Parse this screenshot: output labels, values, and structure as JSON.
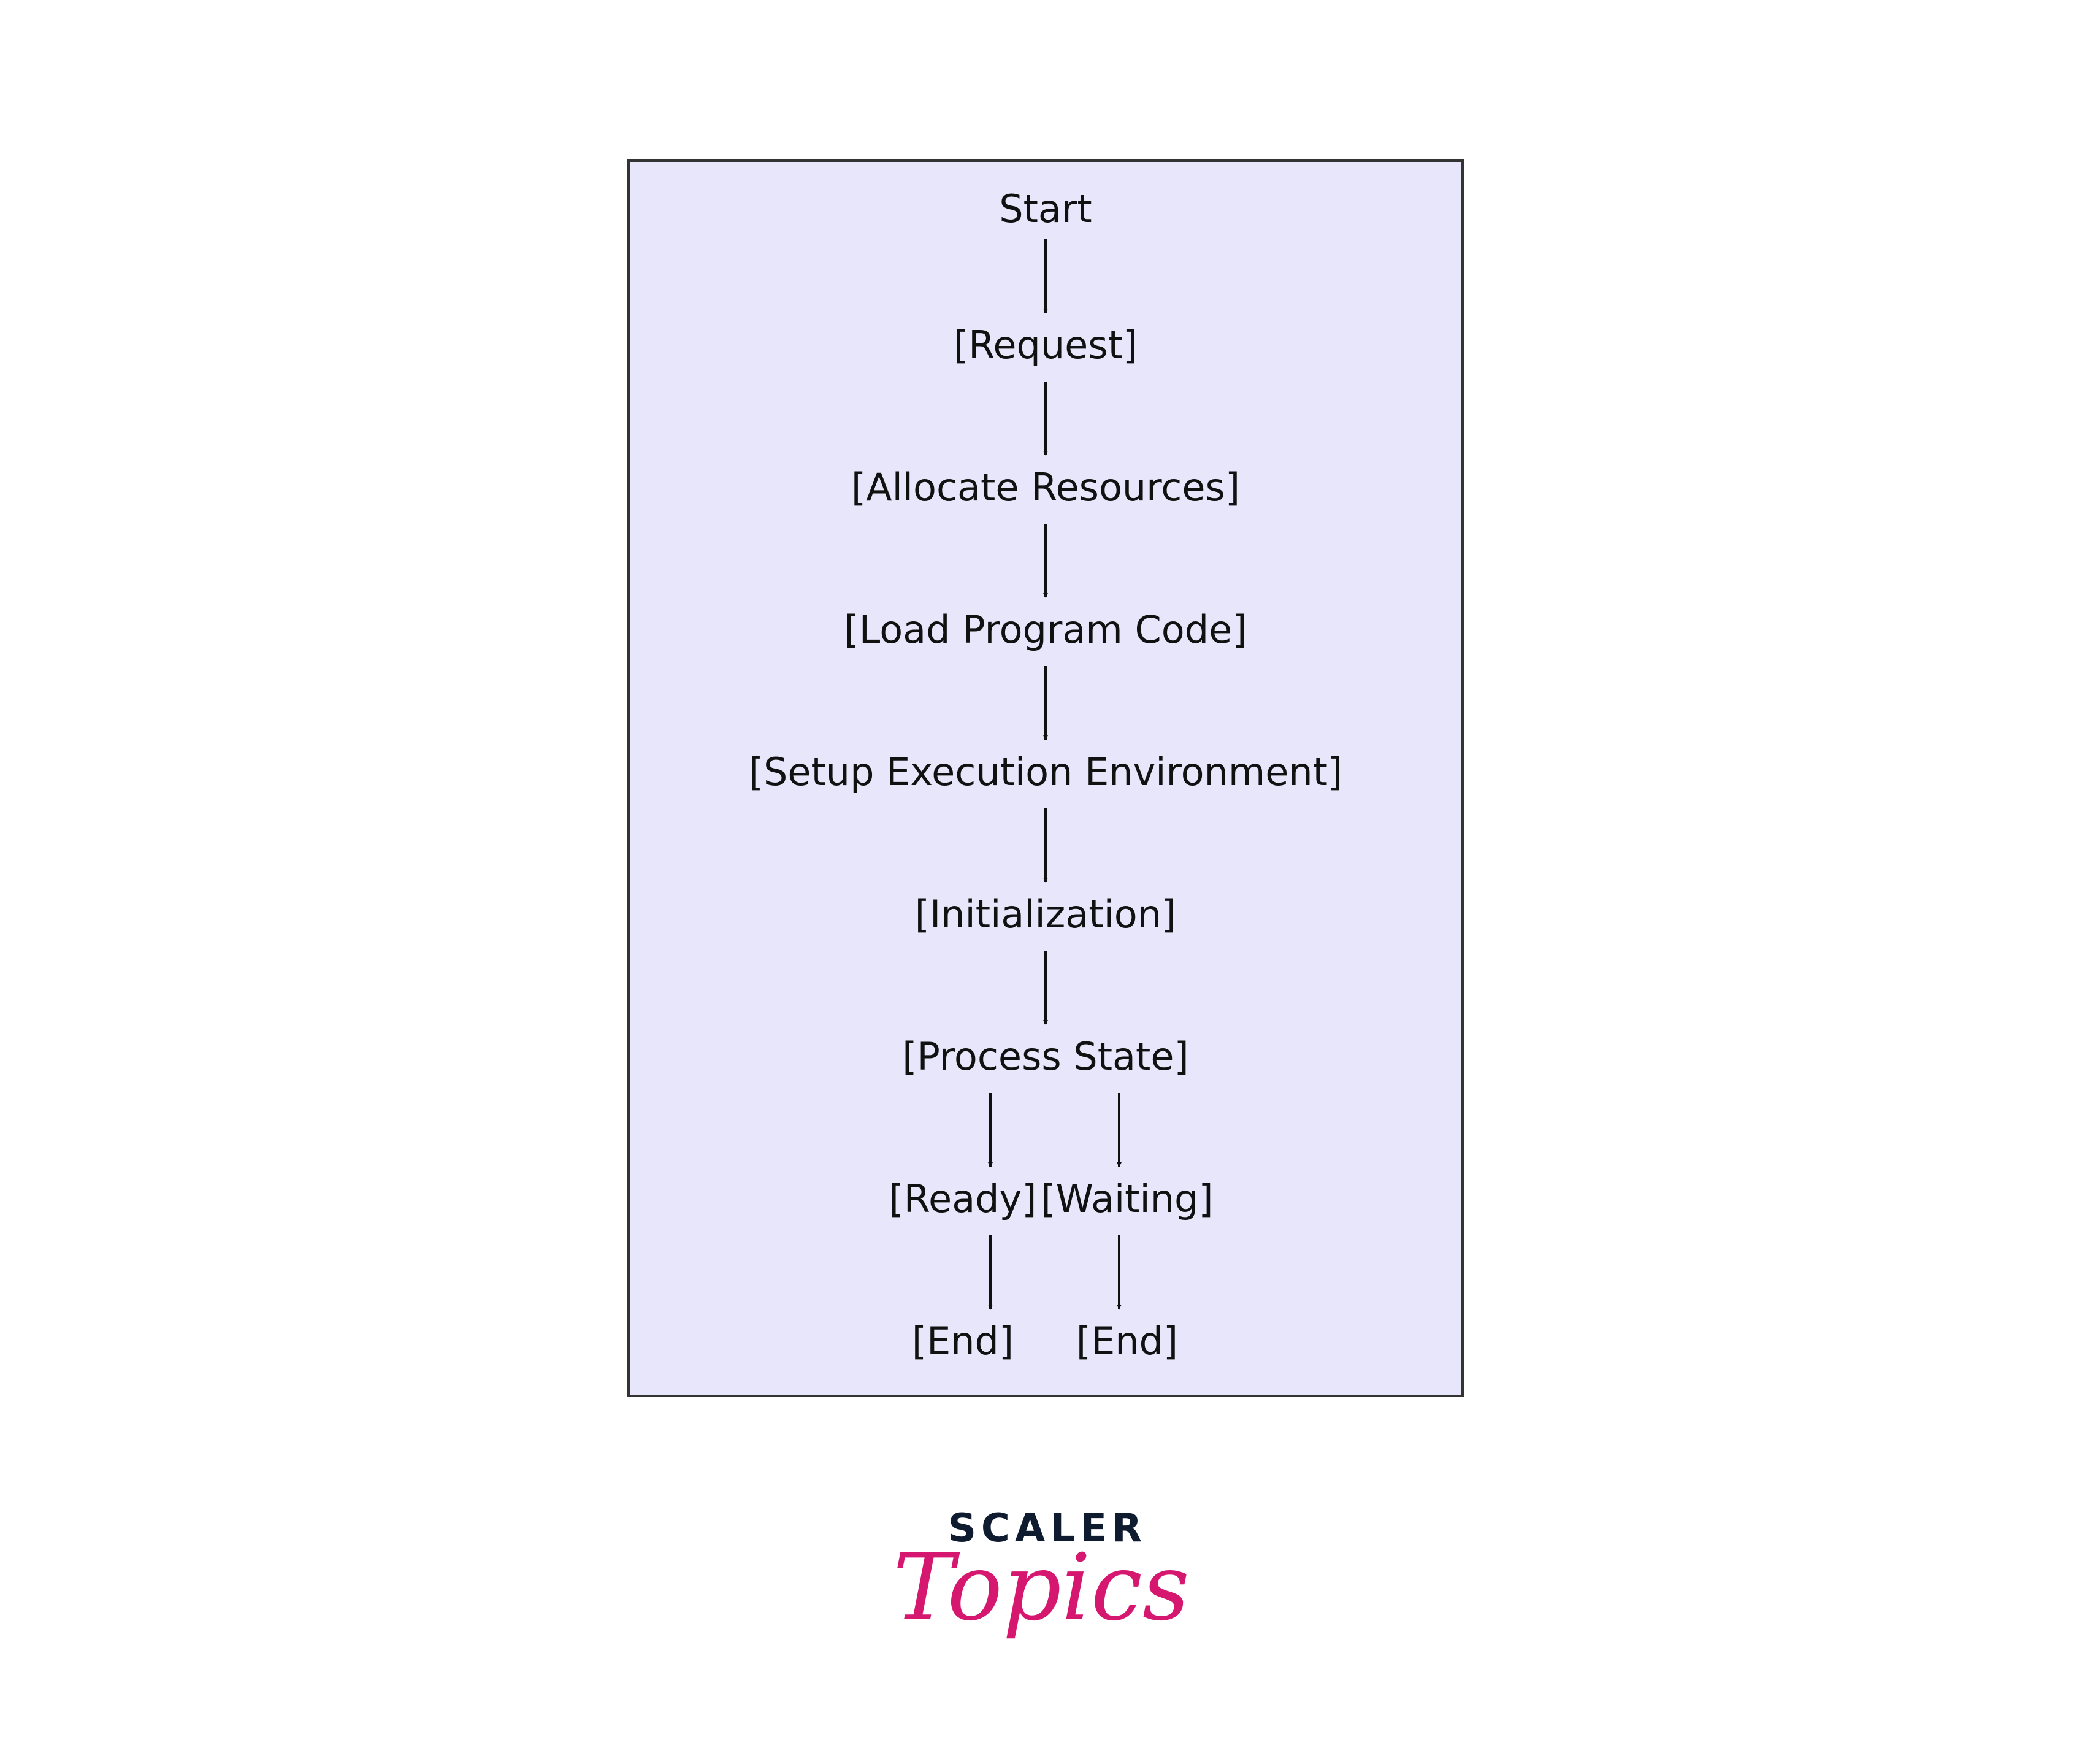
{
  "diagram": {
    "colors": {
      "panel_fill": "#e7e6fb",
      "panel_stroke": "#333333",
      "text": "#111111",
      "arrow": "#111111"
    },
    "nodes": [
      {
        "id": "start",
        "label": "Start"
      },
      {
        "id": "request",
        "label": "[Request]"
      },
      {
        "id": "allocate",
        "label": "[Allocate Resources]"
      },
      {
        "id": "load",
        "label": "[Load Program Code]"
      },
      {
        "id": "setup",
        "label": "[Setup Execution Environment]"
      },
      {
        "id": "init",
        "label": "[Initialization]"
      },
      {
        "id": "state",
        "label": "[Process State]"
      },
      {
        "id": "ready",
        "label": "[Ready]"
      },
      {
        "id": "waiting",
        "label": "[Waiting]"
      },
      {
        "id": "end1",
        "label": "[End]"
      },
      {
        "id": "end2",
        "label": "[End]"
      }
    ],
    "edges": [
      {
        "from": "start",
        "to": "request"
      },
      {
        "from": "request",
        "to": "allocate"
      },
      {
        "from": "allocate",
        "to": "load"
      },
      {
        "from": "load",
        "to": "setup"
      },
      {
        "from": "setup",
        "to": "init"
      },
      {
        "from": "init",
        "to": "state"
      },
      {
        "from": "state",
        "to": "ready"
      },
      {
        "from": "state",
        "to": "waiting"
      },
      {
        "from": "ready",
        "to": "end1"
      },
      {
        "from": "waiting",
        "to": "end2"
      }
    ]
  },
  "branding": {
    "scaler": "SCALER",
    "topics": "Topics",
    "scaler_color": "#0f1b2f",
    "topics_color": "#d6176f"
  }
}
